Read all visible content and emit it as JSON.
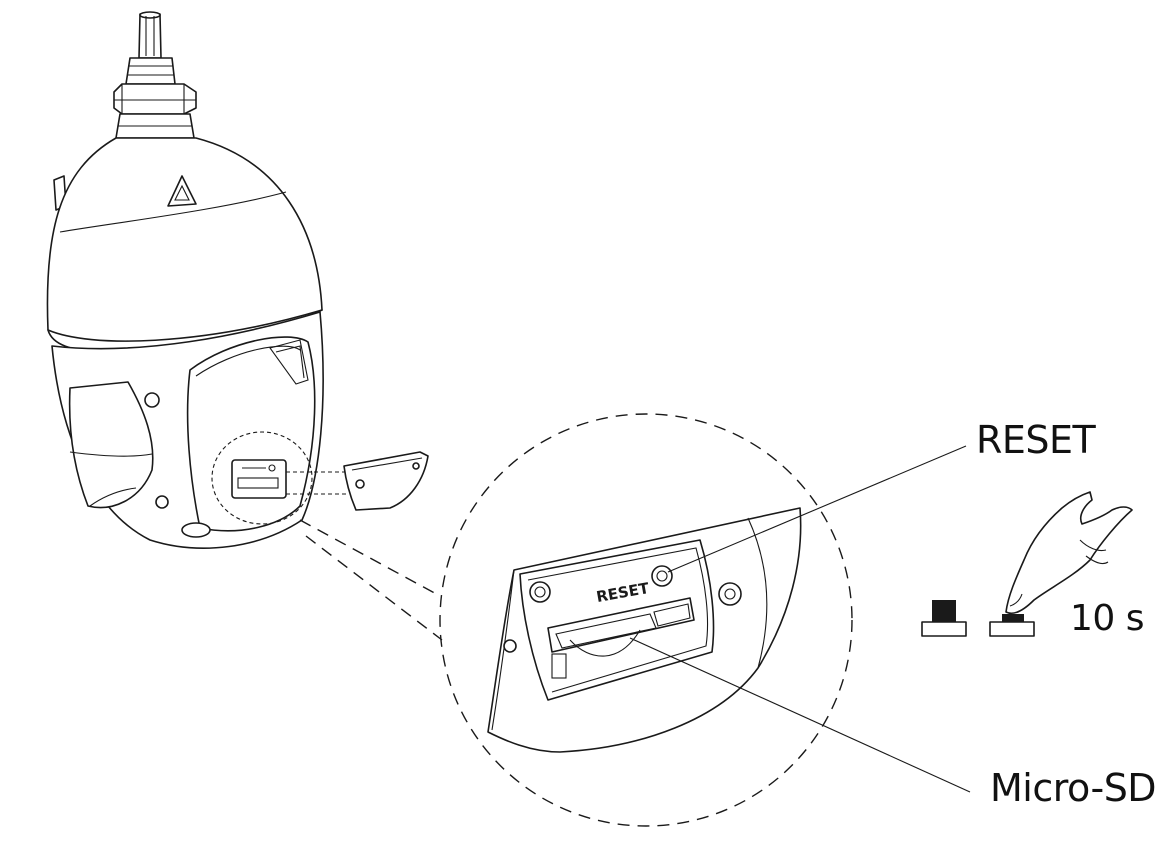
{
  "labels": {
    "reset": "RESET",
    "micro_sd": "Micro-SD",
    "duration": "10 s",
    "panel_reset_text": "RESET"
  },
  "colors": {
    "line": "#1a1a1a",
    "background": "#ffffff",
    "button_fill": "#1a1a1a"
  }
}
